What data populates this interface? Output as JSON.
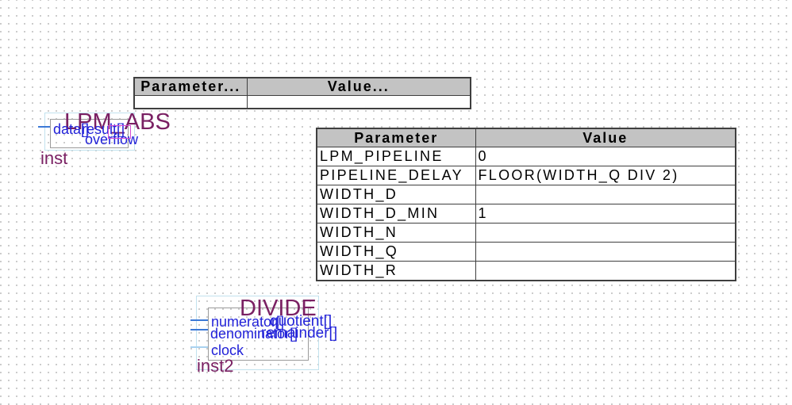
{
  "colors": {
    "grid_dot": "#c8c8c8",
    "table_border": "#3f3f3f",
    "table_header_bg": "#c3c3c3",
    "symbol_title": "#7a2063",
    "port_text": "#2121d8",
    "pin_stub": "#3b79d6",
    "pin_stub_clock": "#a9d2f0",
    "selection_box": "#c2e2ee",
    "symbol_outline": "#9a9a9a",
    "highlight_box": "#d24ad2"
  },
  "small_table": {
    "headers": [
      "Parameter...",
      "Value..."
    ],
    "rows": [
      [
        "",
        ""
      ]
    ]
  },
  "large_table": {
    "headers": [
      "Parameter",
      "Value"
    ],
    "rows": [
      [
        "LPM_PIPELINE",
        "0"
      ],
      [
        "PIPELINE_DELAY",
        "FLOOR(WIDTH_Q DIV 2)"
      ],
      [
        "WIDTH_D",
        ""
      ],
      [
        "WIDTH_D_MIN",
        "1"
      ],
      [
        "WIDTH_N",
        ""
      ],
      [
        "WIDTH_Q",
        ""
      ],
      [
        "WIDTH_R",
        ""
      ]
    ]
  },
  "symbols": {
    "lpm_abs": {
      "title": "LPM_ABS",
      "instance": "inst",
      "port_data": "data[]",
      "port_result": "result[]",
      "port_overflow": "overflow"
    },
    "divide": {
      "title": "DIVIDE",
      "instance": "inst2",
      "port_numerator": "numerator[]",
      "port_denominator": "denominator[]",
      "port_clock": "clock",
      "port_quotient": "quotient[]",
      "port_remainder": "remainder[]"
    }
  }
}
